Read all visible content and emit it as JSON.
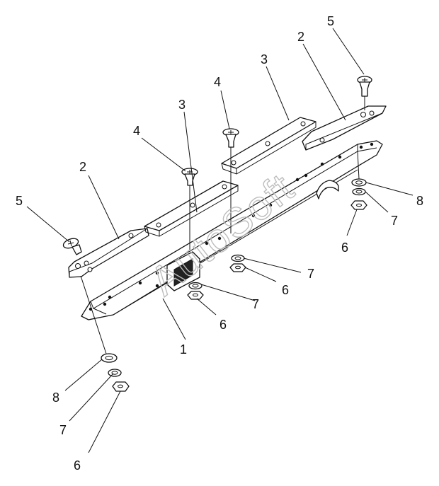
{
  "figure": {
    "watermark": "AutoSoft",
    "callouts": [
      {
        "id": "c1",
        "label": "1"
      },
      {
        "id": "c2a",
        "label": "2"
      },
      {
        "id": "c2b",
        "label": "2"
      },
      {
        "id": "c3a",
        "label": "3"
      },
      {
        "id": "c3b",
        "label": "3"
      },
      {
        "id": "c4a",
        "label": "4"
      },
      {
        "id": "c4b",
        "label": "4"
      },
      {
        "id": "c5a",
        "label": "5"
      },
      {
        "id": "c5b",
        "label": "5"
      },
      {
        "id": "c6a",
        "label": "6"
      },
      {
        "id": "c6b",
        "label": "6"
      },
      {
        "id": "c6c",
        "label": "6"
      },
      {
        "id": "c6d",
        "label": "6"
      },
      {
        "id": "c7a",
        "label": "7"
      },
      {
        "id": "c7b",
        "label": "7"
      },
      {
        "id": "c7c",
        "label": "7"
      },
      {
        "id": "c7d",
        "label": "7"
      },
      {
        "id": "c8a",
        "label": "8"
      },
      {
        "id": "c8b",
        "label": "8"
      }
    ]
  }
}
